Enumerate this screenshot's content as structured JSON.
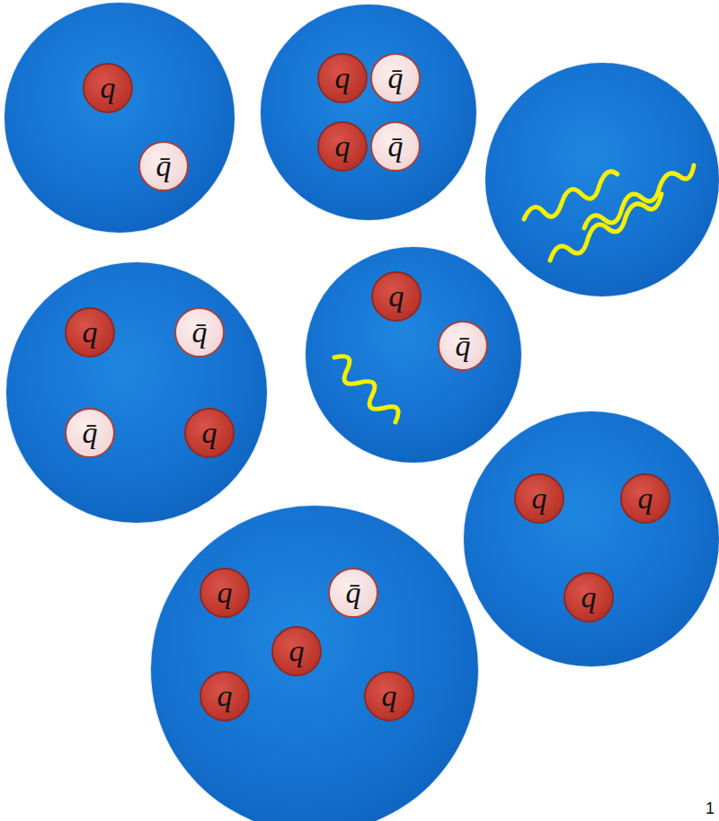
{
  "diagram": {
    "nodes": [
      {
        "text": []
      },
      {
        "text": [
          "q"
        ],
        "in": 0
      },
      {
        "text": [
          "q̄"
        ],
        "in": 0
      },
      {
        "text": []
      },
      {
        "text": [
          "q"
        ],
        "in": 3
      },
      {
        "text": [
          "q̄"
        ],
        "in": 3
      },
      {
        "text": [
          "q"
        ],
        "in": 3
      },
      {
        "text": [
          "q̄"
        ],
        "in": 3
      },
      {
        "text": []
      },
      {
        "text": []
      },
      {
        "text": [
          "q"
        ],
        "in": 9
      },
      {
        "text": [
          "q̄"
        ],
        "in": 9
      },
      {
        "text": [
          "q̄"
        ],
        "in": 9
      },
      {
        "text": [
          "q"
        ],
        "in": 9
      },
      {
        "text": []
      },
      {
        "text": [
          "q"
        ],
        "in": 14
      },
      {
        "text": [
          "q̄"
        ],
        "in": 14
      },
      {
        "text": []
      },
      {
        "text": [
          "q"
        ],
        "in": 17
      },
      {
        "text": [
          "q"
        ],
        "in": 17
      },
      {
        "text": [
          "q"
        ],
        "in": 17
      },
      {
        "text": []
      },
      {
        "text": [
          "q"
        ],
        "in": 21
      },
      {
        "text": [
          "q̄"
        ],
        "in": 21
      },
      {
        "text": [
          "q"
        ],
        "in": 21
      },
      {
        "text": [
          "q"
        ],
        "in": 21
      },
      {
        "text": [
          "q"
        ],
        "in": 21
      }
    ],
    "labels": [
      "1"
    ]
  }
}
